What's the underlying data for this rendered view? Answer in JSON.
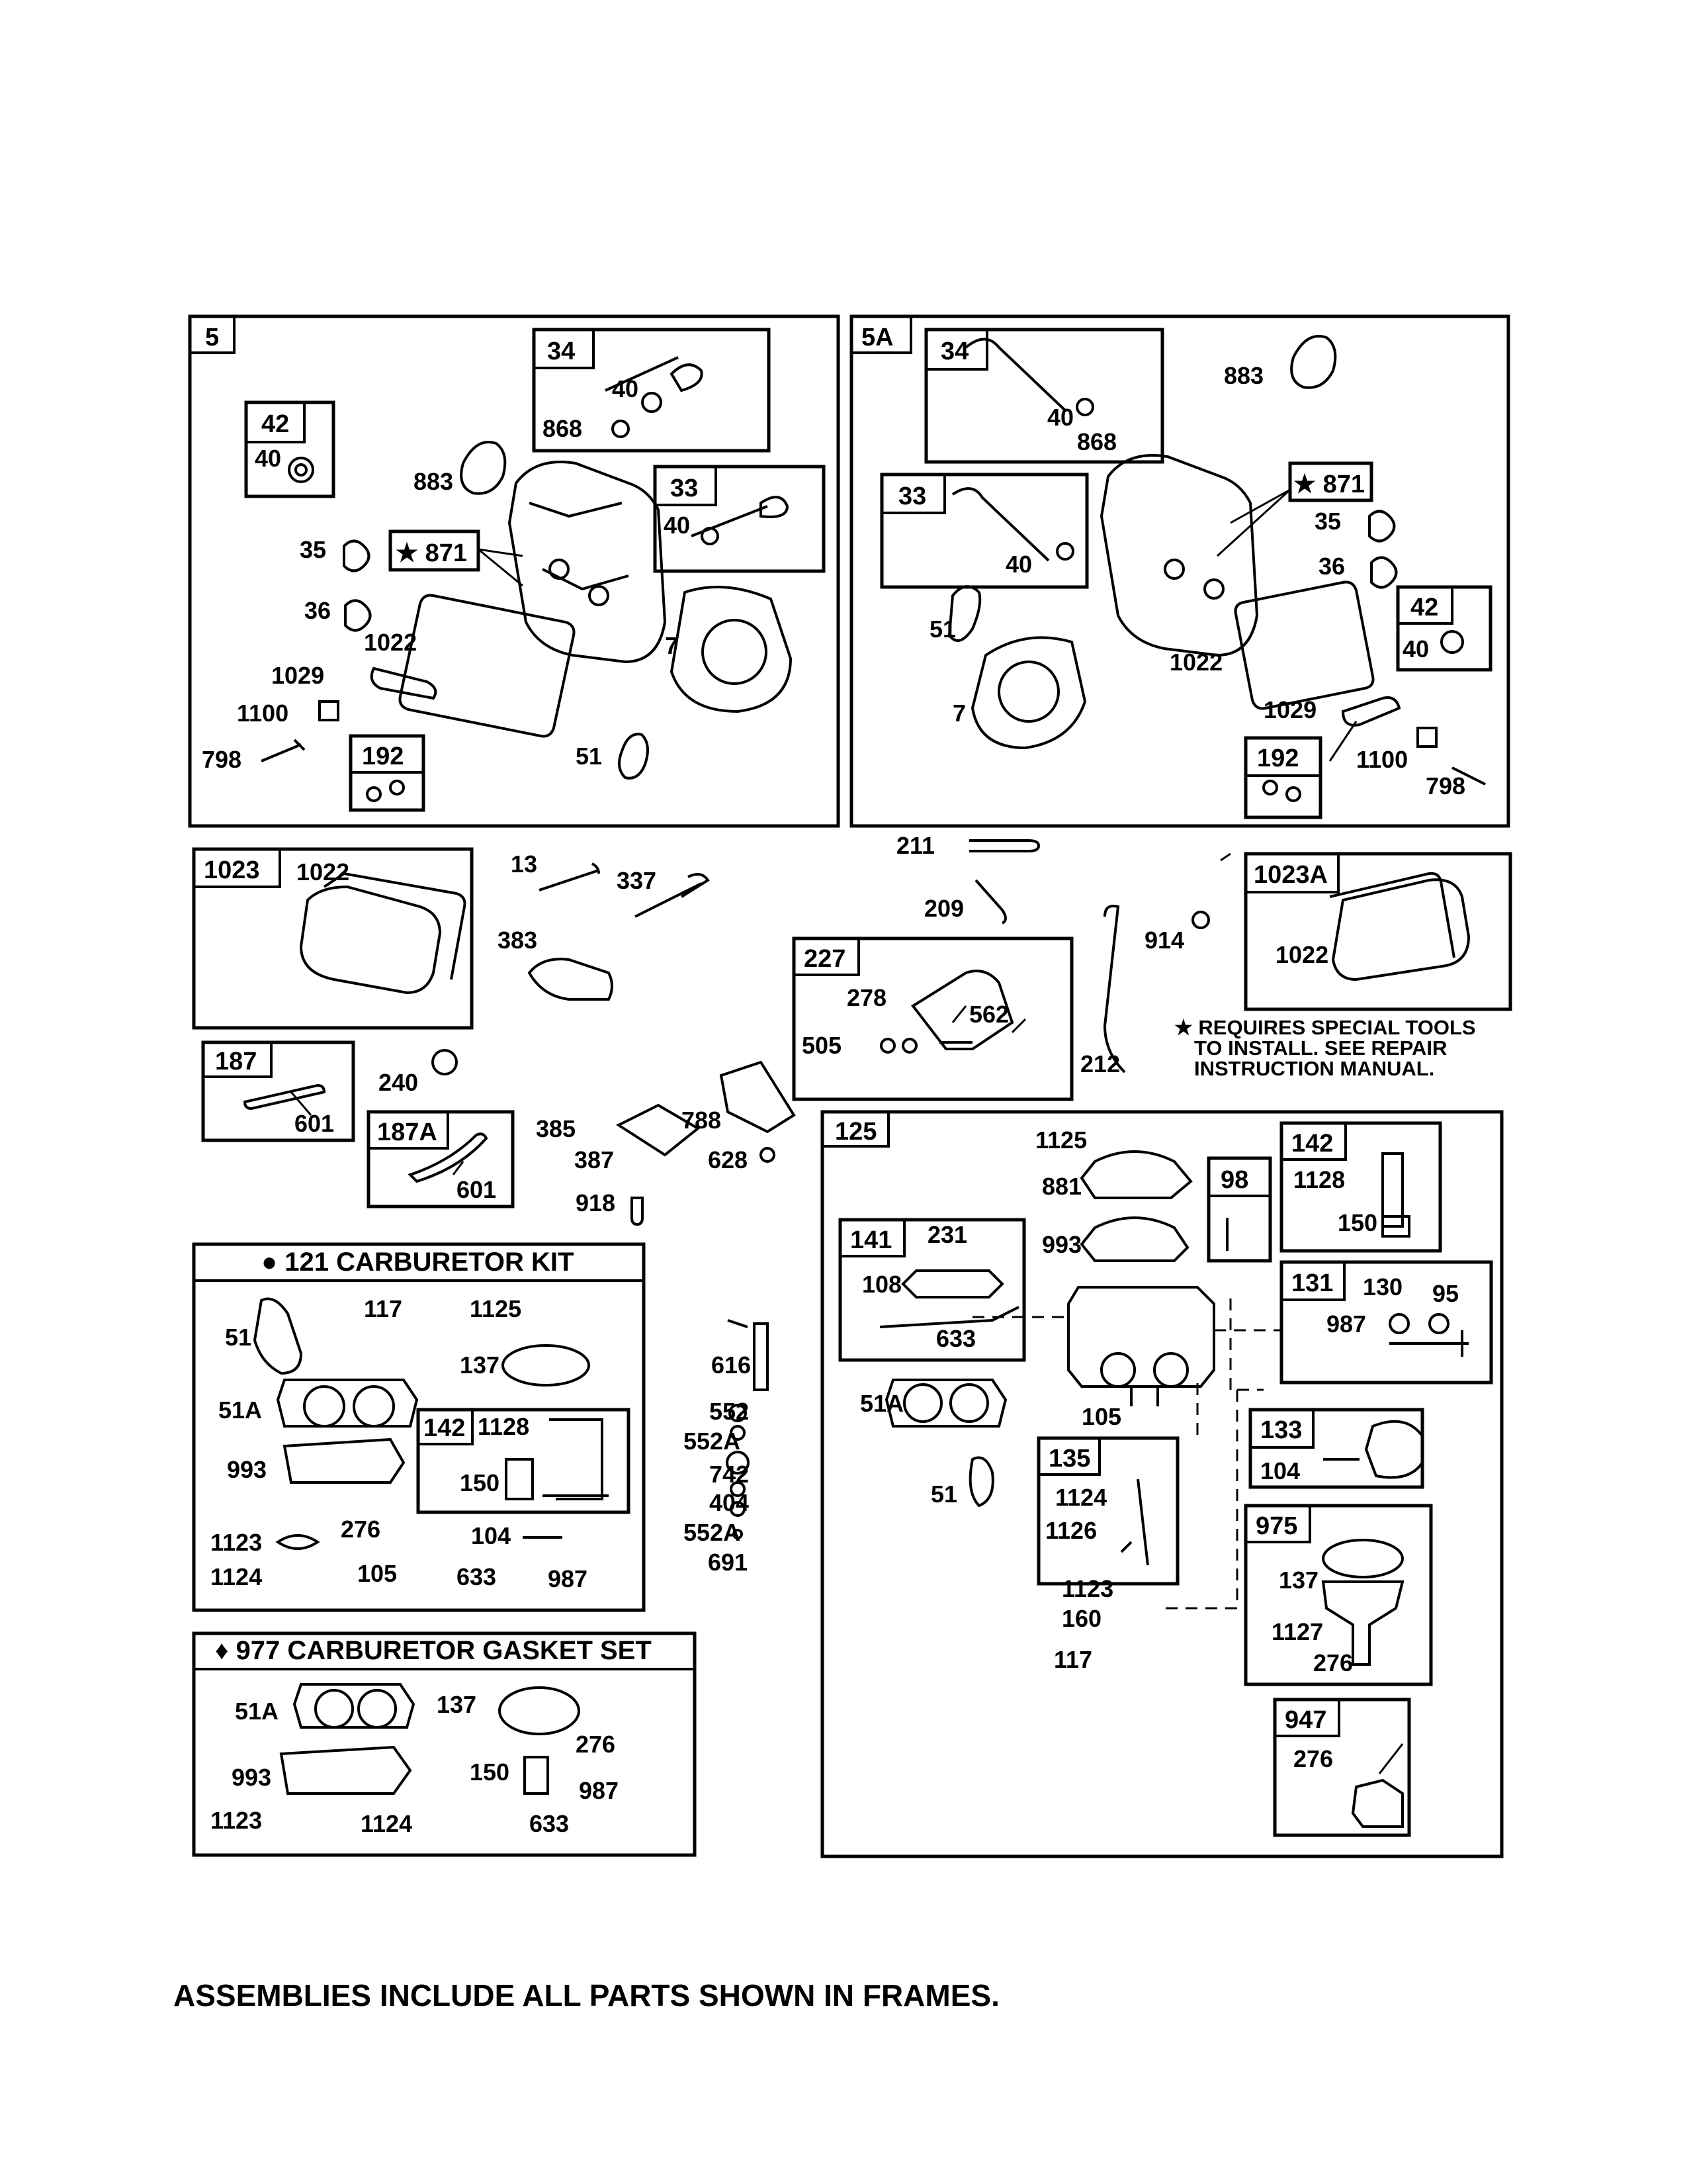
{
  "frames": [
    {
      "id": "f5",
      "label": "5"
    },
    {
      "id": "f5a",
      "label": "5A"
    },
    {
      "id": "f34a",
      "label": "34"
    },
    {
      "id": "f42a",
      "label": "42"
    },
    {
      "id": "f33a",
      "label": "33"
    },
    {
      "id": "f871a",
      "label": "★ 871"
    },
    {
      "id": "f192a",
      "label": "192"
    },
    {
      "id": "f34b",
      "label": "34"
    },
    {
      "id": "f33b",
      "label": "33"
    },
    {
      "id": "f871b",
      "label": "★ 871"
    },
    {
      "id": "f42b",
      "label": "42"
    },
    {
      "id": "f192b",
      "label": "192"
    },
    {
      "id": "f1023",
      "label": "1023"
    },
    {
      "id": "f1023a",
      "label": "1023A"
    },
    {
      "id": "f227",
      "label": "227"
    },
    {
      "id": "f187",
      "label": "187"
    },
    {
      "id": "f187a",
      "label": "187A"
    },
    {
      "id": "f125",
      "label": "125"
    },
    {
      "id": "f142a",
      "label": "142"
    },
    {
      "id": "f98",
      "label": "98"
    },
    {
      "id": "f141",
      "label": "141"
    },
    {
      "id": "f131",
      "label": "131"
    },
    {
      "id": "f133",
      "label": "133"
    },
    {
      "id": "f135",
      "label": "135"
    },
    {
      "id": "f975",
      "label": "975"
    },
    {
      "id": "f947",
      "label": "947"
    },
    {
      "id": "f142b",
      "label": "142"
    }
  ],
  "kit_titles": {
    "carburetor_kit": "● 121 CARBURETOR KIT",
    "gasket_set": "♦ 977 CARBURETOR GASKET SET"
  },
  "callouts": [
    "40",
    "868",
    "40",
    "883",
    "40",
    "35",
    "36",
    "1022",
    "7",
    "1029",
    "1100",
    "798",
    "51",
    "883",
    "40",
    "868",
    "40",
    "35",
    "36",
    "40",
    "51",
    "7",
    "1022",
    "1029",
    "1100",
    "798",
    "1022",
    "13",
    "337",
    "383",
    "211",
    "209",
    "914",
    "1022",
    "278",
    "562",
    "505",
    "212",
    "240",
    "601",
    "601",
    "385",
    "387",
    "788",
    "628",
    "918",
    "117",
    "1125",
    "51",
    "137",
    "51A",
    "1128",
    "993",
    "150",
    "1123",
    "276",
    "104",
    "1124",
    "105",
    "633",
    "987",
    "51A",
    "137",
    "276",
    "993",
    "150",
    "987",
    "1123",
    "1124",
    "633",
    "616",
    "552",
    "552A",
    "742",
    "404",
    "552A",
    "691",
    "1125",
    "881",
    "993",
    "1128",
    "150",
    "231",
    "108",
    "633",
    "130",
    "95",
    "987",
    "51A",
    "105",
    "104",
    "51",
    "1124",
    "1126",
    "1123",
    "160",
    "117",
    "137",
    "1127",
    "276",
    "276"
  ],
  "special_tools_note": [
    "★ REQUIRES SPECIAL TOOLS",
    "TO INSTALL. SEE REPAIR",
    "INSTRUCTION MANUAL."
  ],
  "footnote": "ASSEMBLIES INCLUDE ALL PARTS SHOWN IN FRAMES."
}
